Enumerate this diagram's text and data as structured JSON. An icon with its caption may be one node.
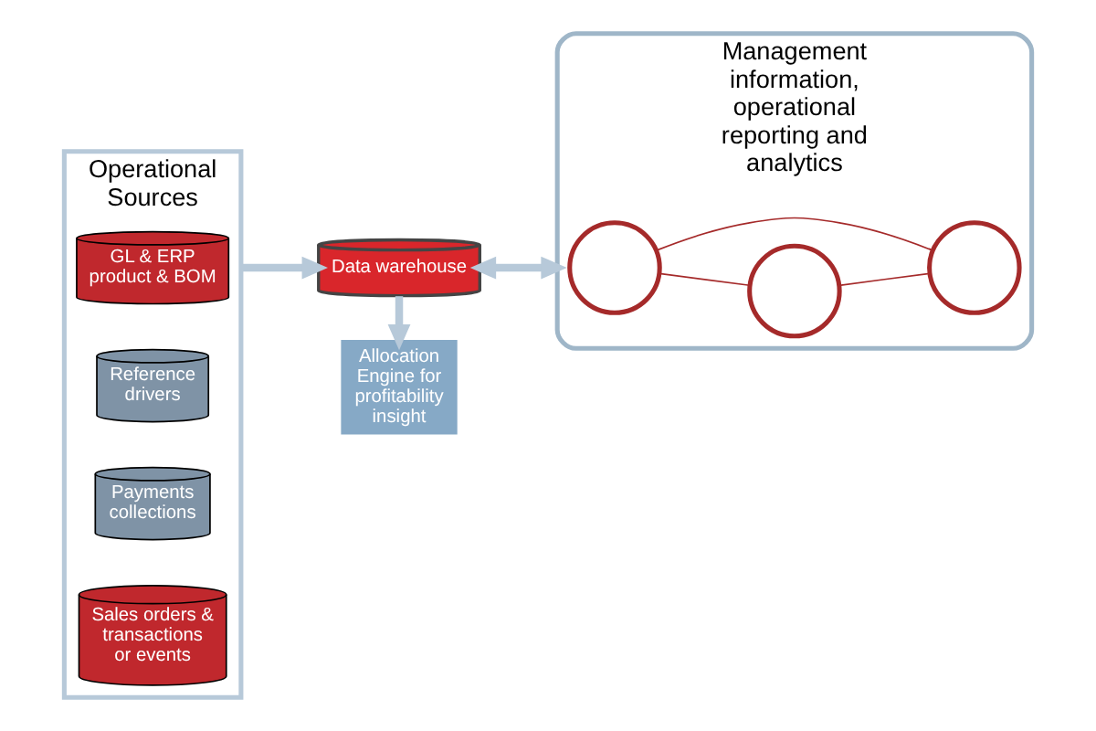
{
  "diagram": {
    "nodes": [
      {
        "text": [
          "Operational Sources"
        ]
      },
      {
        "text": [
          "GL & ERP product & BOM"
        ],
        "in": 0
      },
      {
        "text": [
          "Reference drivers"
        ],
        "in": 0
      },
      {
        "text": [
          "Payments collections"
        ],
        "in": 0
      },
      {
        "text": [
          "Sales orders & transactions or events"
        ],
        "in": 0
      },
      {
        "text": [
          "Data warehouse"
        ]
      },
      {
        "text": [
          "Allocation Engine for profitability insight"
        ]
      },
      {
        "text": [
          "Management information, operational reporting and analytics"
        ]
      },
      {
        "text": [],
        "shape": "circle",
        "in": 7
      },
      {
        "text": [],
        "shape": "circle",
        "in": 7
      },
      {
        "text": [],
        "shape": "circle",
        "in": 7
      }
    ],
    "edges": [
      {
        "from": 0,
        "to": 5,
        "arrow": "to",
        "style": "thick",
        "color": "#b7c9d9"
      },
      {
        "from": 5,
        "to": 6,
        "arrow": "to",
        "style": "thick",
        "color": "#b7c9d9"
      },
      {
        "from": 5,
        "to": 7,
        "arrow": "both",
        "style": "thick",
        "color": "#b7c9d9"
      },
      {
        "from": 8,
        "to": 9,
        "arrow": "none",
        "color": "#a52a2a"
      },
      {
        "from": 8,
        "to": 10,
        "arrow": "none",
        "color": "#a52a2a"
      },
      {
        "from": 9,
        "to": 10,
        "arrow": "none",
        "color": "#a52a2a"
      }
    ]
  }
}
